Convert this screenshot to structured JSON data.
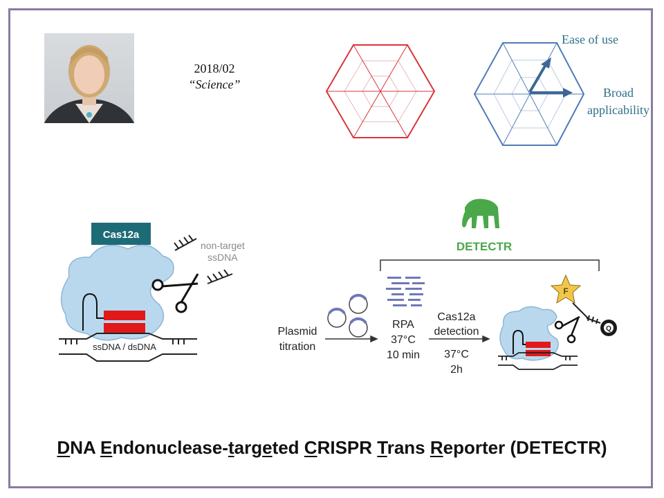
{
  "header": {
    "date": "2018/02",
    "journal": "“Science”"
  },
  "radar": {
    "labels": {
      "ease_of_use": "Ease of use",
      "broad_line1": "Broad",
      "broad_line2": "applicability"
    }
  },
  "cas12a_panel": {
    "badge": "Cas12a",
    "nontarget_line1": "non-target",
    "nontarget_line2": "ssDNA",
    "dna_label": "ssDNA / dsDNA"
  },
  "detectr_panel": {
    "brand": "DETECTR",
    "plasmid_line1": "Plasmid",
    "plasmid_line2": "titration",
    "rpa_line1": "RPA",
    "rpa_line2": "37°C",
    "rpa_line3": "10 min",
    "detection_line1": "Cas12a",
    "detection_line2": "detection",
    "detection_line3": "37°C",
    "detection_line4": "2h",
    "fluor": "F",
    "quencher": "Q"
  },
  "title": {
    "parts": [
      {
        "u": "D"
      },
      {
        "t": "NA "
      },
      {
        "u": "E"
      },
      {
        "t": "ndonuclease-"
      },
      {
        "u": "t"
      },
      {
        "t": "arg"
      },
      {
        "u": "e"
      },
      {
        "t": "ted "
      },
      {
        "u": "C"
      },
      {
        "t": "RISPR "
      },
      {
        "u": "T"
      },
      {
        "t": "rans "
      },
      {
        "u": "R"
      },
      {
        "t": "eporter (DETECTR)"
      }
    ]
  },
  "colors": {
    "frame": "#8a7aa2",
    "radar_red": "#d8343a",
    "radar_blue": "#4f7bb8",
    "arrow_blue": "#3e6796",
    "label_teal": "#2d6f8a",
    "badge_teal": "#1e6b78",
    "protein_blue": "#b9d8ee",
    "target_red": "#e01a1a",
    "mammoth_green": "#4aa84a",
    "star_yellow": "#f2c64a",
    "rpa_purple": "#6f78b8"
  }
}
